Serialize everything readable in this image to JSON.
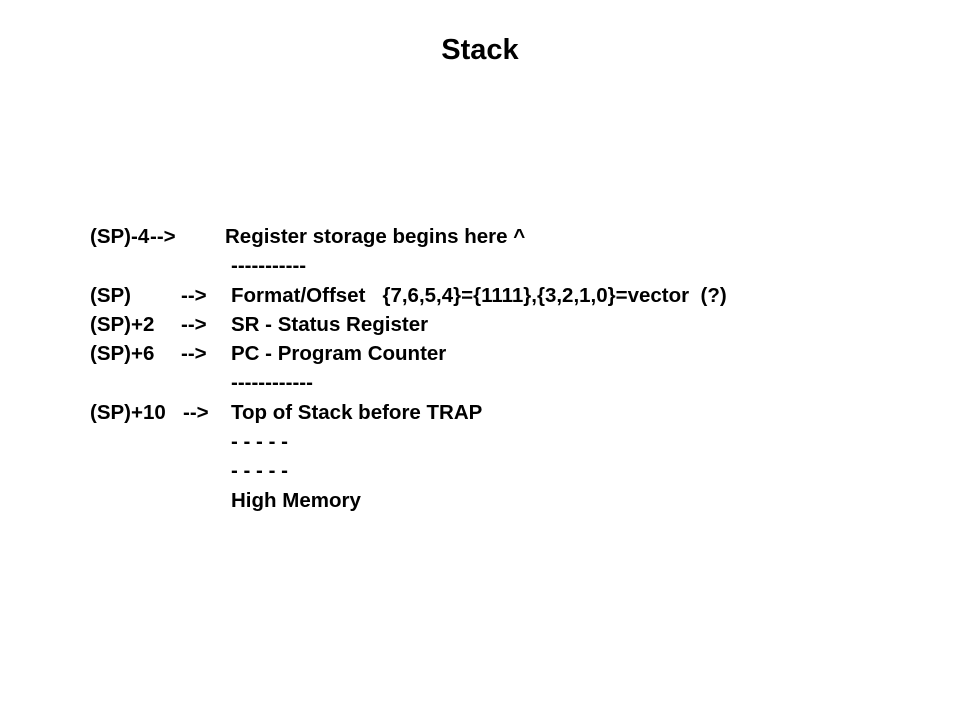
{
  "title": "Stack",
  "rows": [
    {
      "offset": "(SP)-4",
      "arrow": "-->",
      "description": "Register storage begins here ^"
    },
    {
      "offset": "",
      "arrow": "",
      "description": "-----------"
    },
    {
      "offset": "(SP)",
      "arrow": "-->",
      "description": "Format/Offset   {7,6,5,4}={1111},{3,2,1,0}=vector  (?)"
    },
    {
      "offset": "(SP)+2",
      "arrow": "-->",
      "description": "SR - Status Register"
    },
    {
      "offset": "(SP)+6",
      "arrow": "-->",
      "description": "PC - Program Counter"
    },
    {
      "offset": "",
      "arrow": "",
      "description": "------------"
    },
    {
      "offset": "(SP)+10",
      "arrow": "-->",
      "description": "Top of Stack before TRAP"
    },
    {
      "offset": "",
      "arrow": "",
      "description": "- - - - -"
    },
    {
      "offset": "",
      "arrow": "",
      "description": "- - - - -"
    },
    {
      "offset": "",
      "arrow": "",
      "description": "High Memory"
    }
  ]
}
